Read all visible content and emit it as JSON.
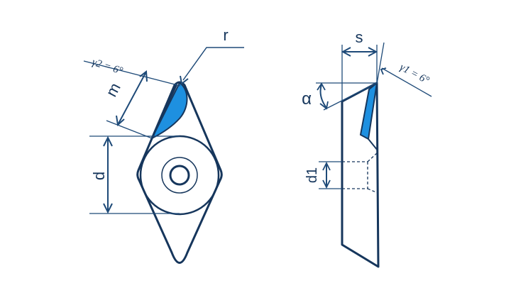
{
  "colors": {
    "outline": "#16365c",
    "dimension": "#1e4a78",
    "rake_face": "#1e90e0",
    "background": "#ffffff"
  },
  "labels": {
    "r": "r",
    "m": "m",
    "d": "d",
    "gamma2": "γ2 = 6°",
    "s": "s",
    "alpha": "α",
    "d1": "d1",
    "gamma1": "γ1 = 6°"
  }
}
